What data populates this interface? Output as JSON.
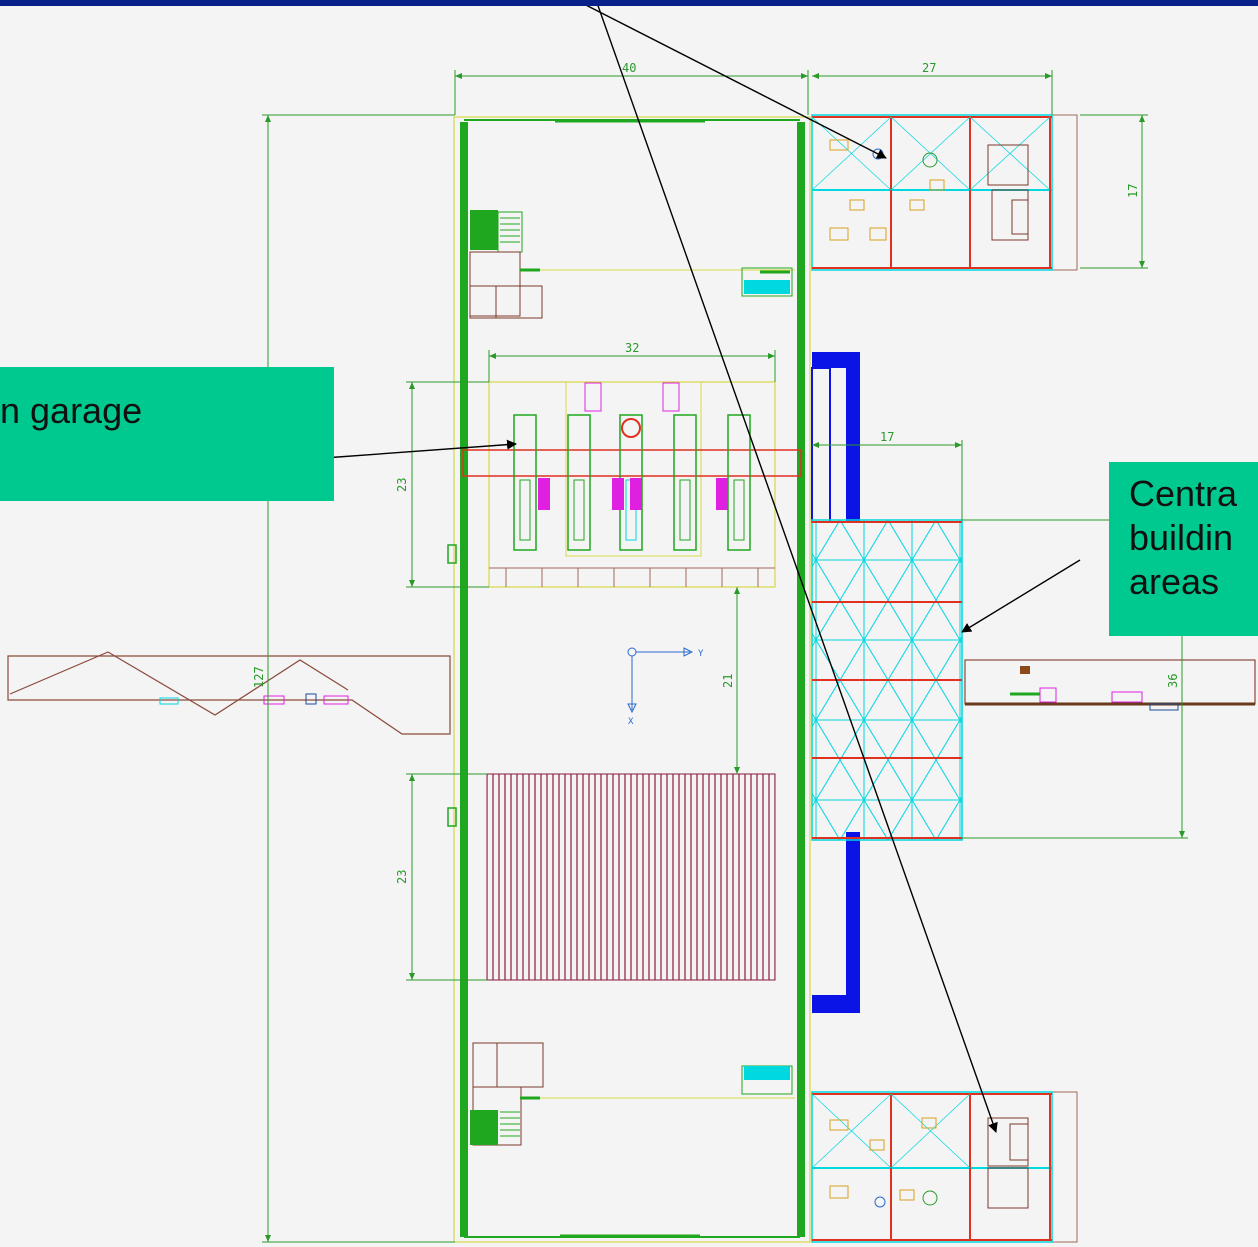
{
  "callouts": {
    "garage": "n garage",
    "central_line1": "Centra",
    "central_line2": "buildin",
    "central_line3": "areas"
  },
  "dimensions": {
    "width_top": "40",
    "width_right": "27",
    "height_office": "17",
    "garage_width": "32",
    "garage_height": "23",
    "lower_height": "23",
    "gap": "21",
    "total_length": "127",
    "central_width": "17",
    "corridor_length": "36"
  },
  "axis": {
    "x_label": "X",
    "y_label": "Y"
  },
  "colors": {
    "background": "#f4f4f4",
    "header_bar": "#08208a",
    "callout_fill": "#00c98f",
    "wall_green": "#1fa81f",
    "dimension_green": "#2a9a2a",
    "cyan": "#00d8e0",
    "red": "#e03020",
    "blue": "#0a14e6",
    "maroon": "#7a1030",
    "yellow": "#d8d84a",
    "magenta": "#e020e0"
  }
}
